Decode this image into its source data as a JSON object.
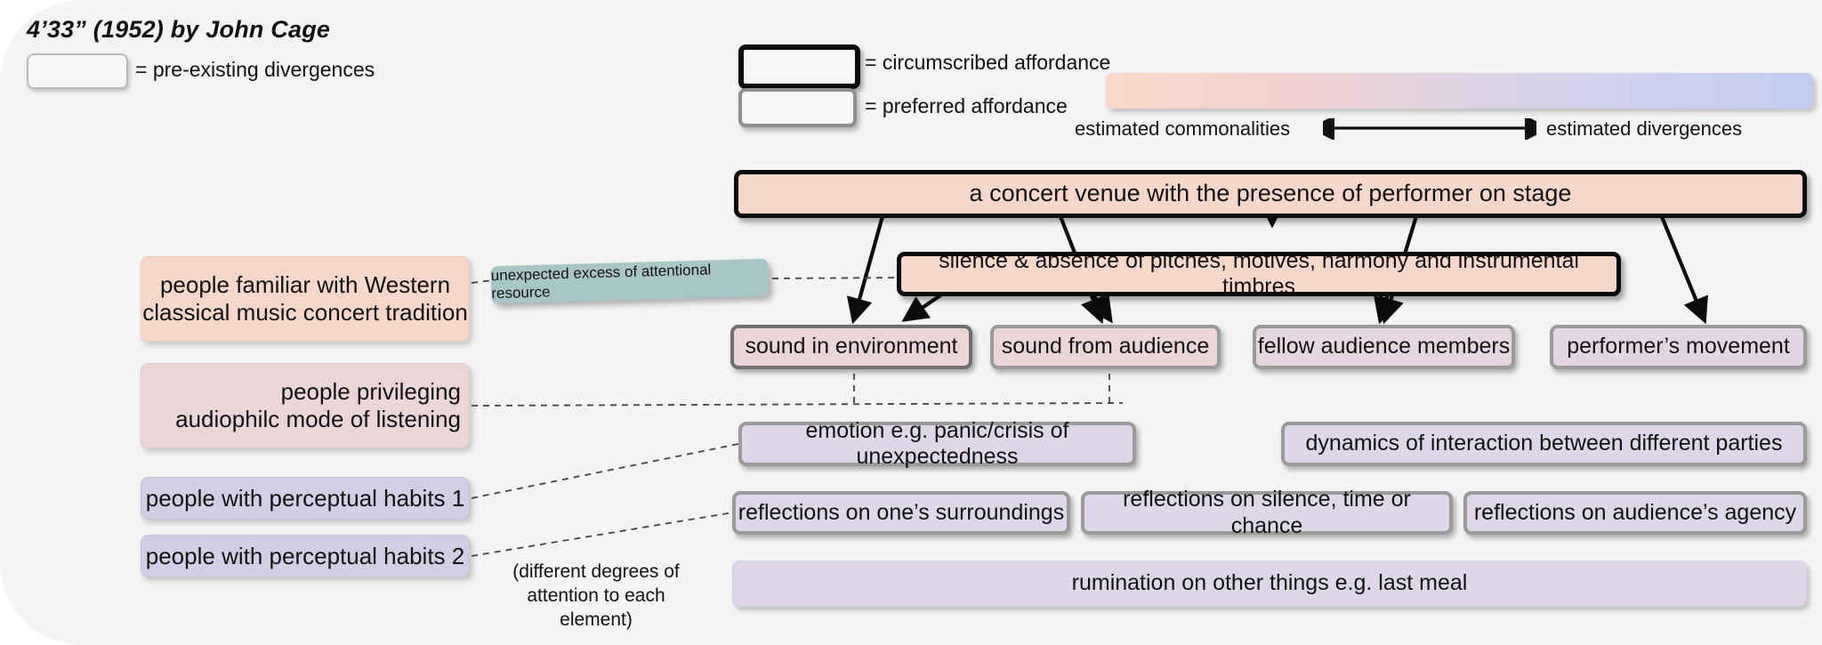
{
  "title": "4’33” (1952) by John Cage",
  "legend": {
    "pre_existing": "= pre-existing divergences",
    "circumscribed": "= circumscribed affordance",
    "preferred": "= preferred affordance",
    "scale_left": "estimated commonalities",
    "scale_right": "estimated divergences",
    "gradient_from": "#f9d8c9",
    "gradient_to": "#c3ccf3"
  },
  "colors": {
    "canvas": "#f4f4f4",
    "peach": "#f7d7ca",
    "pink": "#ecd5d8",
    "lavender": "#d3cee6",
    "lavender_light": "#ded7ea",
    "teal": "#a9c6c6",
    "border_black": "#0b0b0b",
    "border_grey": "#9a9a9a",
    "border_grey_dark": "#6f6f6f"
  },
  "left_column": [
    {
      "label": "people familiar with Western\nclassical music concert tradition",
      "color": "#f7d7ca",
      "style": "plain"
    },
    {
      "label": "people privileging\naudiophilc mode of listening",
      "color": "#ecd5d8",
      "style": "plain"
    },
    {
      "label": "people with perceptual habits 1",
      "color": "#d3cee6",
      "style": "plain"
    },
    {
      "label": "people with perceptual habits 2",
      "color": "#d3cee6",
      "style": "plain"
    }
  ],
  "annotation_tag": "unexpected excess of attentional resource",
  "side_note": "(different degrees of\nattention to each element)",
  "nodes": {
    "venue": "a concert venue with the presence of performer on stage",
    "silence": "silence & absence of pitches, motives, harmony and instrumental timbres",
    "row3": [
      "sound in environment",
      "sound from audience",
      "fellow audience members",
      "performer’s movement"
    ],
    "row4": [
      "emotion  e.g. panic/crisis of unexpectedness",
      "dynamics of interaction between different parties"
    ],
    "row5": [
      "reflections on one’s surroundings",
      "reflections on silence, time or chance",
      "reflections on audience’s agency"
    ],
    "row6": "rumination on other things e.g. last meal"
  }
}
